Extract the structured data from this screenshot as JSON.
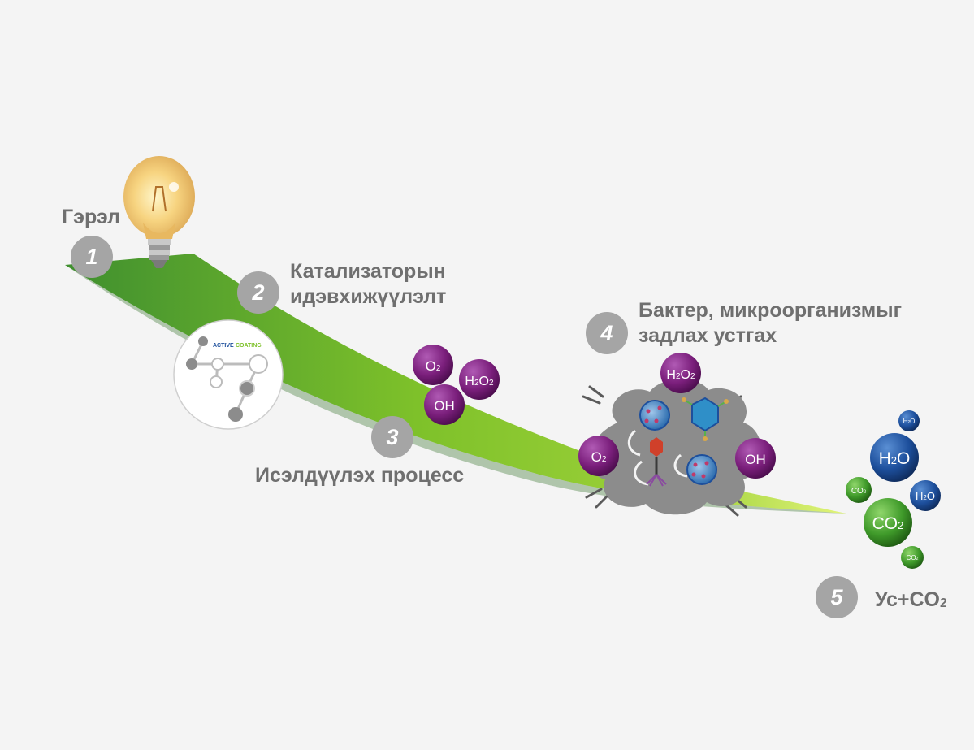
{
  "colors": {
    "ribbon_dark": "#3f8f2f",
    "ribbon_mid": "#7ec12a",
    "ribbon_light": "#d6f06a",
    "step_badge": "#a5a5a5",
    "label_text": "#6f6f6f",
    "molecule_purple": "#7b1f7c",
    "molecule_blue": "#1d4f9c",
    "molecule_green": "#3f9a2a",
    "cloud_gray": "#8c8c8c"
  },
  "steps": [
    {
      "number": "1",
      "label": "Гэрэл"
    },
    {
      "number": "2",
      "label_line1": "Катализаторын",
      "label_line2": "идэвхижүүлэлт"
    },
    {
      "number": "3",
      "label": "Исэлдүүлэх процесс"
    },
    {
      "number": "4",
      "label_line1": "Бактер, микроорганизмыг",
      "label_line2": "задлах устгах"
    },
    {
      "number": "5",
      "label_main": "Ус+CO",
      "label_sub": "2"
    }
  ],
  "badge_text": {
    "word1": "ACTIVE",
    "word2": "COATING"
  },
  "molecules_oxidation": [
    {
      "main": "O",
      "sub": "2"
    },
    {
      "main": "H",
      "sub": "2",
      "main2": "O",
      "sub2": "2"
    },
    {
      "main": "OH"
    }
  ],
  "molecules_cloud": [
    {
      "main": "H",
      "sub": "2",
      "main2": "O",
      "sub2": "2"
    },
    {
      "main": "O",
      "sub": "2"
    },
    {
      "main": "OH"
    }
  ],
  "molecules_output": [
    {
      "main": "H",
      "sub": "2",
      "main2": "O",
      "color": "blue"
    },
    {
      "main": "H",
      "sub": "2",
      "main2": "O",
      "color": "blue"
    },
    {
      "main": "H",
      "sub": "2",
      "main2": "O",
      "color": "blue"
    },
    {
      "main": "CO",
      "sub": "2",
      "color": "green"
    },
    {
      "main": "CO",
      "sub": "2",
      "color": "green"
    },
    {
      "main": "CO",
      "sub": "2",
      "color": "green"
    }
  ],
  "icons": [
    "light-bulb-icon",
    "molecule-network-icon",
    "virus-icon",
    "bacteriophage-icon",
    "spark-lines-icon"
  ]
}
